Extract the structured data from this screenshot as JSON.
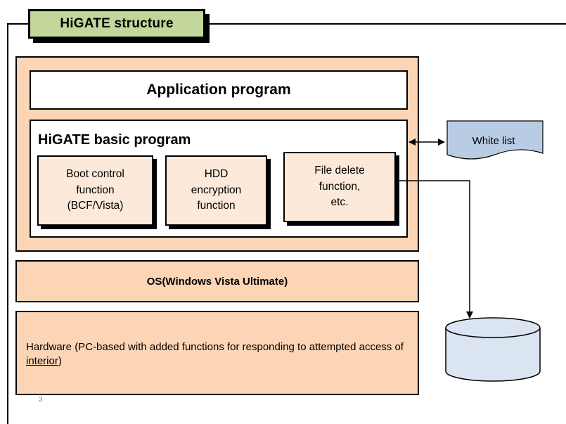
{
  "title": "HiGATE structure",
  "application_program": "Application program",
  "basic_program": {
    "title": "HiGATE basic program",
    "functions": [
      {
        "lines": [
          "Boot control",
          "function",
          "(BCF/Vista)"
        ]
      },
      {
        "lines": [
          "HDD",
          "encryption",
          "function"
        ]
      },
      {
        "lines": [
          "File delete",
          "function,",
          "etc."
        ]
      }
    ]
  },
  "os": "OS(Windows Vista Ultimate)",
  "hardware": {
    "text_before": "Hardware (PC-based with added functions for responding to attempted access of ",
    "link": "interior",
    "text_after": ")"
  },
  "white_list": "White list",
  "page_number": "3",
  "colors": {
    "title_fill": "#c3d69b",
    "box_fill": "#fbd5b5",
    "function_fill": "#fde9d9",
    "storage_fill": "#dbe5f1",
    "whitelist_fill": "#b8cce4"
  }
}
